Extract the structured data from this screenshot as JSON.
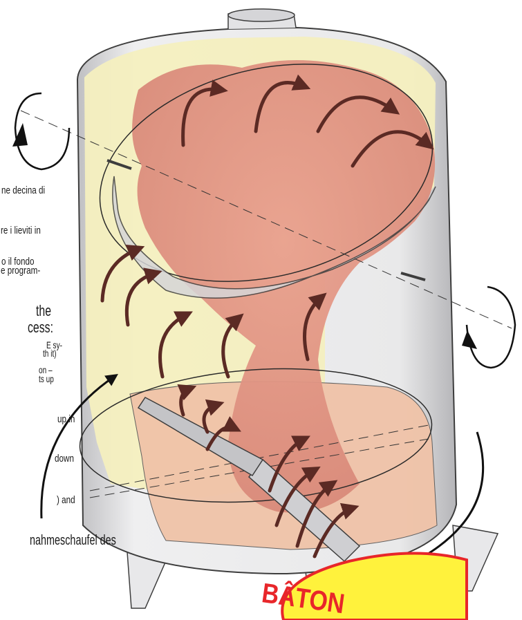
{
  "text_fragments": {
    "it_line1": "ne decina di",
    "it_line2": "re i lieviti in",
    "it_line3": "o il fondo",
    "it_line4": "e program-",
    "en_big1": "the",
    "en_big2": "cess:",
    "en_line1": "E sy-",
    "en_line2": "th it)",
    "en_line3": "on –",
    "en_line4": "ts up",
    "en_line5": "up in",
    "en_line6": "down",
    "en_line7": ") and",
    "de_line1": "nahmeschaufel des"
  },
  "badge": {
    "label": "BÂTON",
    "color": "#e8262a",
    "fill": "#fff23c"
  },
  "colors": {
    "tank_outline": "#3d3d3d",
    "tank_steel": "#e4e4e6",
    "wine_pink": "#e8a08f",
    "yeast_yellow": "#f4efbf",
    "arrow_brown": "#5b2a24"
  }
}
